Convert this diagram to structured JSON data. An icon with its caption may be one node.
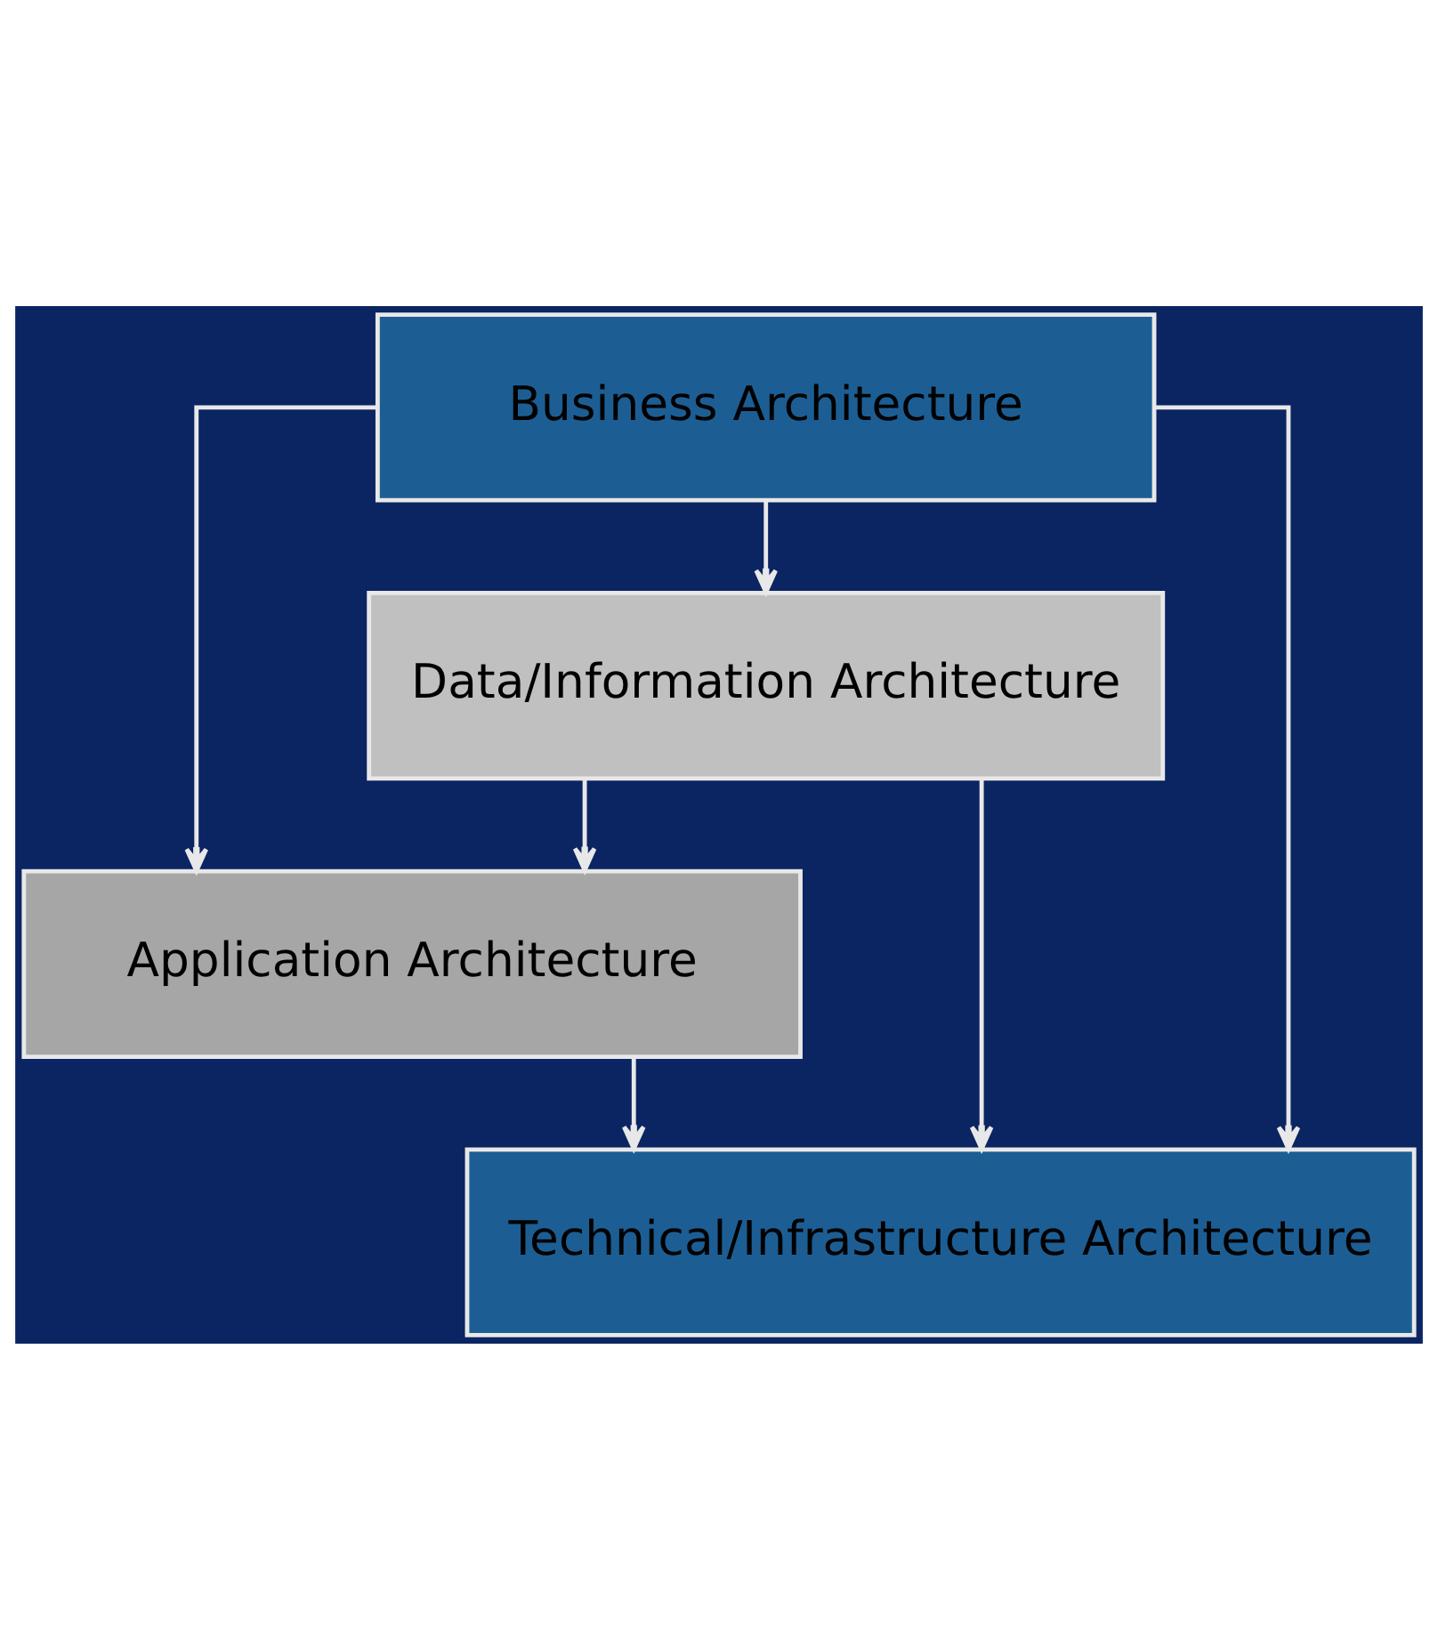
{
  "diagram": {
    "nodes": [
      {
        "text": [
          "Business Architecture"
        ]
      },
      {
        "text": [
          "Data/Information Architecture"
        ]
      },
      {
        "text": [
          "Application Architecture"
        ]
      },
      {
        "text": [
          "Technical/Infrastructure Architecture"
        ]
      }
    ],
    "edges": [
      {
        "from": 0,
        "to": 1,
        "arrow": "to"
      },
      {
        "from": 0,
        "to": 2,
        "arrow": "to"
      },
      {
        "from": 0,
        "to": 3,
        "arrow": "to"
      },
      {
        "from": 1,
        "to": 2,
        "arrow": "to"
      },
      {
        "from": 1,
        "to": 3,
        "arrow": "to"
      },
      {
        "from": 2,
        "to": 3,
        "arrow": "to"
      }
    ]
  }
}
